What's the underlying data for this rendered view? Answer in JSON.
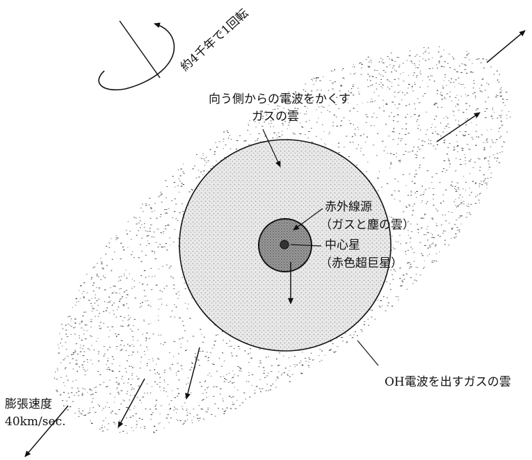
{
  "labels": {
    "rotation": "約4千年で1回転",
    "hidden_cloud_line1": "向う側からの電波をかくす",
    "hidden_cloud_line2": "ガスの雲",
    "ir_source_line1": "赤外線源",
    "ir_source_line2": "（ガスと塵の雲）",
    "central_star_line1": "中心星",
    "central_star_line2": "（赤色超巨星）",
    "oh_cloud": "OH電波を出すガスの雲",
    "expansion_line1": "膨張速度",
    "expansion_line2": "40km/sec."
  },
  "colors": {
    "line": "#111111",
    "outer_shell_fill": "#e4e4e4",
    "ir_core_fill": "#8a8a8a",
    "star_fill": "#3a3a3a",
    "speckle": "#2a2a2a"
  }
}
